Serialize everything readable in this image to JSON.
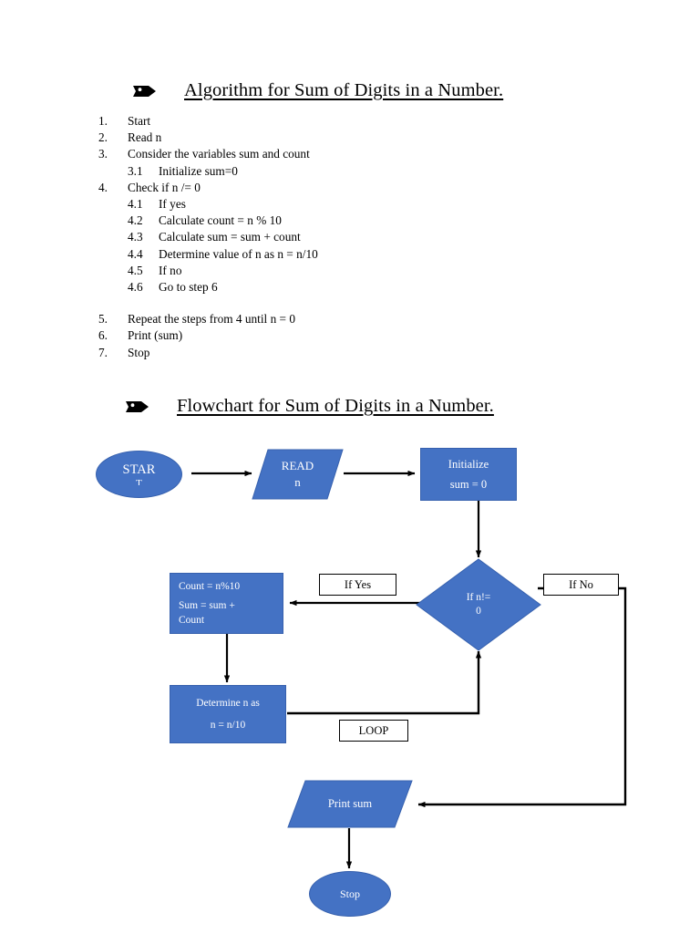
{
  "document": {
    "heading_algorithm": "Algorithm for Sum of Digits in a Number.",
    "heading_flowchart": "Flowchart for Sum of Digits in a Number.",
    "bullet_icon": "black-flag-arrow-bullet"
  },
  "algorithm": {
    "steps": [
      {
        "num": "1.",
        "text": "Start",
        "level": 1
      },
      {
        "num": "2.",
        "text": "Read n",
        "level": 1
      },
      {
        "num": "3.",
        "text": "Consider the variables sum and count",
        "level": 1
      },
      {
        "num": "3.1",
        "text": "Initialize sum=0",
        "level": 2
      },
      {
        "num": "4.",
        "text": "Check if n /= 0",
        "level": 1
      },
      {
        "num": "4.1",
        "text": "If yes",
        "level": 2
      },
      {
        "num": "4.2",
        "text": "Calculate count = n % 10",
        "level": 2
      },
      {
        "num": "4.3",
        "text": "Calculate sum = sum + count",
        "level": 2
      },
      {
        "num": "4.4",
        "text": "Determine value of n as n = n/10",
        "level": 2
      },
      {
        "num": "4.5",
        "text": "If no",
        "level": 2
      },
      {
        "num": "4.6",
        "text": "Go to step 6",
        "level": 2
      },
      {
        "num": "5.",
        "text": "Repeat the steps from 4 until n = 0",
        "level": 1
      },
      {
        "num": "6.",
        "text": "Print (sum)",
        "level": 1
      },
      {
        "num": "7.",
        "text": "Stop",
        "level": 1
      }
    ]
  },
  "flowchart": {
    "colors": {
      "shape_fill": "#4472C4",
      "shape_border": "#3761AE",
      "shape_text": "#FFFFFF",
      "connector": "#000000",
      "label_box_bg": "#FFFFFF"
    },
    "nodes": {
      "start": {
        "shape": "oval",
        "line1": "STAR",
        "line2": "T"
      },
      "read": {
        "shape": "parallelogram",
        "line1": "READ",
        "line2": "n"
      },
      "initialize": {
        "shape": "rectangle",
        "line1": "Initialize",
        "line2": "sum = 0"
      },
      "decision": {
        "shape": "diamond",
        "line1": "If n!=",
        "line2": "0"
      },
      "count_sum": {
        "shape": "rectangle",
        "line1": "Count = n%10",
        "line2": "Sum = sum +",
        "line3": "Count"
      },
      "determine": {
        "shape": "rectangle",
        "line1": "Determine n as",
        "line2": "n = n/10"
      },
      "print": {
        "shape": "parallelogram",
        "line1": "Print sum"
      },
      "stop": {
        "shape": "oval",
        "line1": "Stop"
      }
    },
    "connector_labels": {
      "if_yes": "If Yes",
      "if_no": "If No",
      "loop": "LOOP"
    }
  }
}
